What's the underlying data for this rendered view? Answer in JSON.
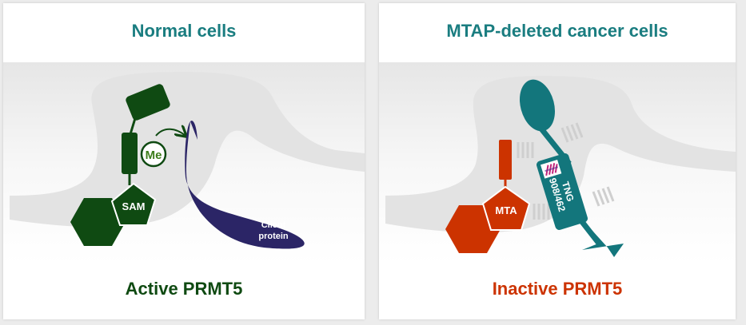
{
  "left_panel": {
    "title": "Normal cells",
    "caption": "Active PRMT5",
    "labels": {
      "methyl": "Me",
      "cofactor": "SAM",
      "client": [
        "Client",
        "protein"
      ]
    }
  },
  "right_panel": {
    "title": "MTAP-deleted cancer cells",
    "caption": "Inactive PRMT5",
    "labels": {
      "cofactor": "MTA",
      "inhibitor": [
        "TNG",
        "908/462"
      ]
    }
  },
  "colors": {
    "title": "#1a7d80",
    "green": "#0f4a12",
    "navy": "#2b2566",
    "red": "#cc3300",
    "teal": "#13767c"
  }
}
